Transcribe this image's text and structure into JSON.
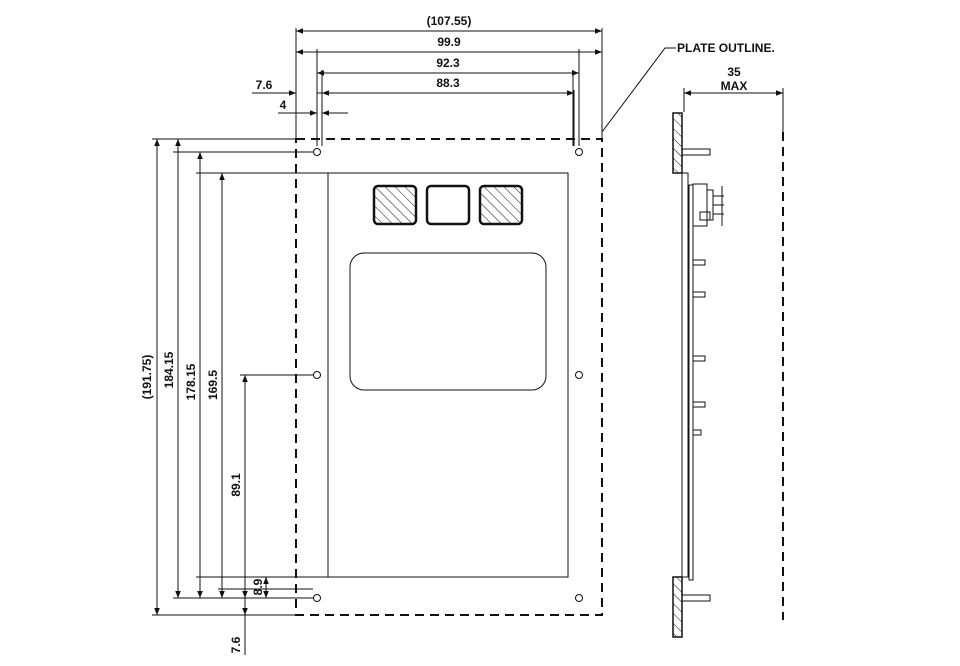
{
  "dimensions": {
    "overall_width": "(107.55)",
    "width_99": "99.9",
    "width_92": "92.3",
    "width_88": "88.3",
    "left_offset": "7.6",
    "hole_offset": "4",
    "overall_height": "(191.75)",
    "height_184": "184.15",
    "height_178": "178.15",
    "height_169": "169.5",
    "height_89": "89.1",
    "height_8": "8.9",
    "bottom_offset": "7.6",
    "depth_value": "35",
    "depth_label": "MAX"
  },
  "notes": {
    "plate_outline": "PLATE OUTLINE."
  }
}
